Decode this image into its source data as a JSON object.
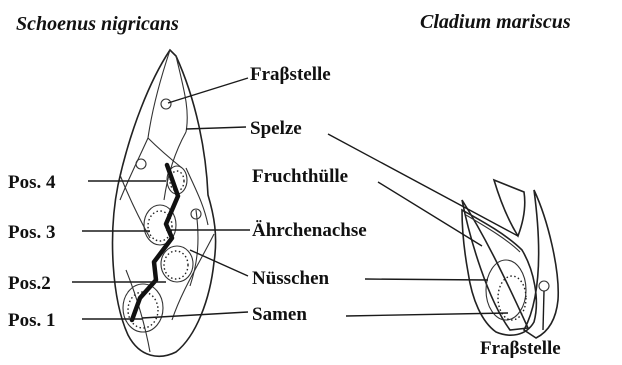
{
  "titles": {
    "left": "Schoenus nigricans",
    "right": "Cladium mariscus"
  },
  "labels": {
    "frassstelle_top": "Fraβstelle",
    "spelze": "Spelze",
    "fruchthuelle": "Fruchthülle",
    "aehrchenachse": "Ährchenachse",
    "nuesschen": "Nüsschen",
    "samen": "Samen",
    "pos4": "Pos. 4",
    "pos3": "Pos. 3",
    "pos2": "Pos.2",
    "pos1": "Pos. 1",
    "frassstelle_bottom": "Fraβstelle"
  }
}
